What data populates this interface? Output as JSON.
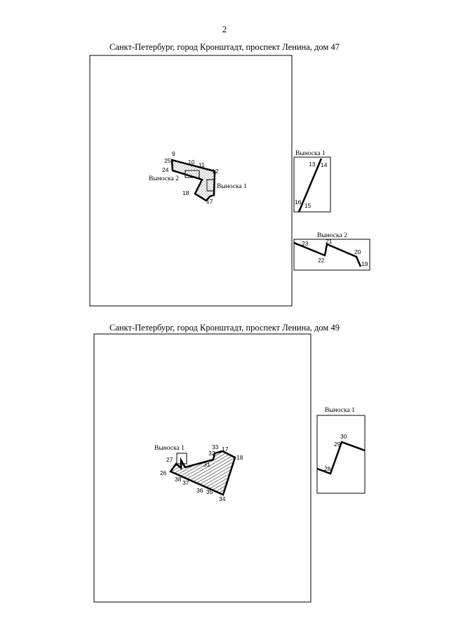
{
  "page_number": "2",
  "sections": [
    {
      "title": "Санкт-Петербург, город Кронштадт, проспект Ленина, дом 47",
      "callout1_label": "Выноска 1",
      "callout2_label": "Выноска 2",
      "points": {
        "p9": "9",
        "p25": "25",
        "p24": "24",
        "p10": "10",
        "p11": "11",
        "p12": "12",
        "p17": "17",
        "p18": "18",
        "p13": "13",
        "p14": "14",
        "p15": "15",
        "p16": "16",
        "p19": "19",
        "p20": "20",
        "p21": "21",
        "p22": "22",
        "p23": "23"
      }
    },
    {
      "title": "Санкт-Петербург, город Кронштадт, проспект Ленина, дом 49",
      "callout1_label": "Выноска 1",
      "points": {
        "p26": "26",
        "p27": "27",
        "p31": "31",
        "p32": "32",
        "p33": "33",
        "p17": "17",
        "p18": "18",
        "p34": "34",
        "p35": "35",
        "p36": "36",
        "p37": "37",
        "p38": "38",
        "p28": "28",
        "p29": "29",
        "p30": "30"
      }
    }
  ]
}
